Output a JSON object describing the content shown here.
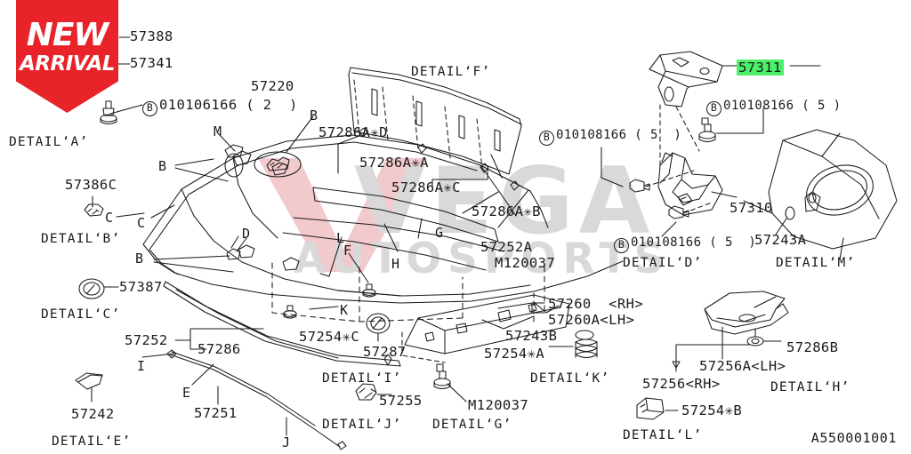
{
  "figure": {
    "code": "A550001001",
    "watermark": {
      "brand": "VEGA",
      "sub": "AUTOSPORTS"
    },
    "badge": {
      "line1": "NEW",
      "line2": "ARRIVAL"
    },
    "highlight_color": "#4df069",
    "highlighted_part": "57311"
  },
  "part_labels": [
    {
      "id": "p57388",
      "text": "57388"
    },
    {
      "id": "p57341",
      "text": "57341"
    },
    {
      "id": "p010106166",
      "text": "010106166 ( 2  )",
      "prefix": "B"
    },
    {
      "id": "p57220",
      "text": "57220"
    },
    {
      "id": "p57386C",
      "text": "57386C"
    },
    {
      "id": "p57387",
      "text": "57387"
    },
    {
      "id": "p57252",
      "text": "57252"
    },
    {
      "id": "p57286",
      "text": "57286"
    },
    {
      "id": "p57242",
      "text": "57242"
    },
    {
      "id": "p57251",
      "text": "57251"
    },
    {
      "id": "p57286AD",
      "text": "57286A✳D"
    },
    {
      "id": "p57286AA",
      "text": "57286A✳A"
    },
    {
      "id": "p57286AC",
      "text": "57286A✳C"
    },
    {
      "id": "p57286AB",
      "text": "57286A✳B"
    },
    {
      "id": "p57252A",
      "text": "57252A"
    },
    {
      "id": "pM120037a",
      "text": "M120037"
    },
    {
      "id": "p57254C",
      "text": "57254✳C"
    },
    {
      "id": "p57287",
      "text": "57287"
    },
    {
      "id": "p57255",
      "text": "57255"
    },
    {
      "id": "pM120037b",
      "text": "M120037"
    },
    {
      "id": "p57260",
      "text": "57260  <RH>"
    },
    {
      "id": "p57260A",
      "text": "57260A<LH>"
    },
    {
      "id": "p57243B",
      "text": "57243B"
    },
    {
      "id": "p57254A",
      "text": "57254✳A"
    },
    {
      "id": "p57311",
      "text": "57311"
    },
    {
      "id": "p010108166a",
      "text": "010108166 ( 5 )",
      "prefix": "B"
    },
    {
      "id": "p010108166b",
      "text": "010108166 ( 5  )",
      "prefix": "B"
    },
    {
      "id": "p010108166c",
      "text": "010108166 ( 5  )",
      "prefix": "B"
    },
    {
      "id": "p57310",
      "text": "57310"
    },
    {
      "id": "p57243A",
      "text": "57243A"
    },
    {
      "id": "p57256",
      "text": "57256<RH>"
    },
    {
      "id": "p57256A",
      "text": "57256A<LH>"
    },
    {
      "id": "p57286B",
      "text": "57286B"
    },
    {
      "id": "p57254B",
      "text": "57254✳B"
    }
  ],
  "detail_captions": [
    {
      "id": "dA",
      "text": "DETAIL‘A’"
    },
    {
      "id": "dB",
      "text": "DETAIL‘B’"
    },
    {
      "id": "dC",
      "text": "DETAIL‘C’"
    },
    {
      "id": "dE",
      "text": "DETAIL‘E’"
    },
    {
      "id": "dF",
      "text": "DETAIL‘F’"
    },
    {
      "id": "dI",
      "text": "DETAIL‘I’"
    },
    {
      "id": "dJ",
      "text": "DETAIL‘J’"
    },
    {
      "id": "dG",
      "text": "DETAIL‘G’"
    },
    {
      "id": "dK",
      "text": "DETAIL‘K’"
    },
    {
      "id": "dD",
      "text": "DETAIL‘D’"
    },
    {
      "id": "dM",
      "text": "DETAIL‘M’"
    },
    {
      "id": "dL",
      "text": "DETAIL‘L’"
    },
    {
      "id": "dH",
      "text": "DETAIL‘H’"
    }
  ],
  "callout_letters": [
    {
      "id": "cB1",
      "text": "B"
    },
    {
      "id": "cB2",
      "text": "B"
    },
    {
      "id": "cB3",
      "text": "B"
    },
    {
      "id": "cC1",
      "text": "C"
    },
    {
      "id": "cC2",
      "text": "C"
    },
    {
      "id": "cM",
      "text": "M"
    },
    {
      "id": "cD",
      "text": "D"
    },
    {
      "id": "cF",
      "text": "F"
    },
    {
      "id": "cG",
      "text": "G"
    },
    {
      "id": "cH",
      "text": "H"
    },
    {
      "id": "cK",
      "text": "K"
    },
    {
      "id": "cL",
      "text": "L"
    },
    {
      "id": "cI",
      "text": "I"
    },
    {
      "id": "cE",
      "text": "E"
    },
    {
      "id": "cJ",
      "text": "J"
    }
  ]
}
